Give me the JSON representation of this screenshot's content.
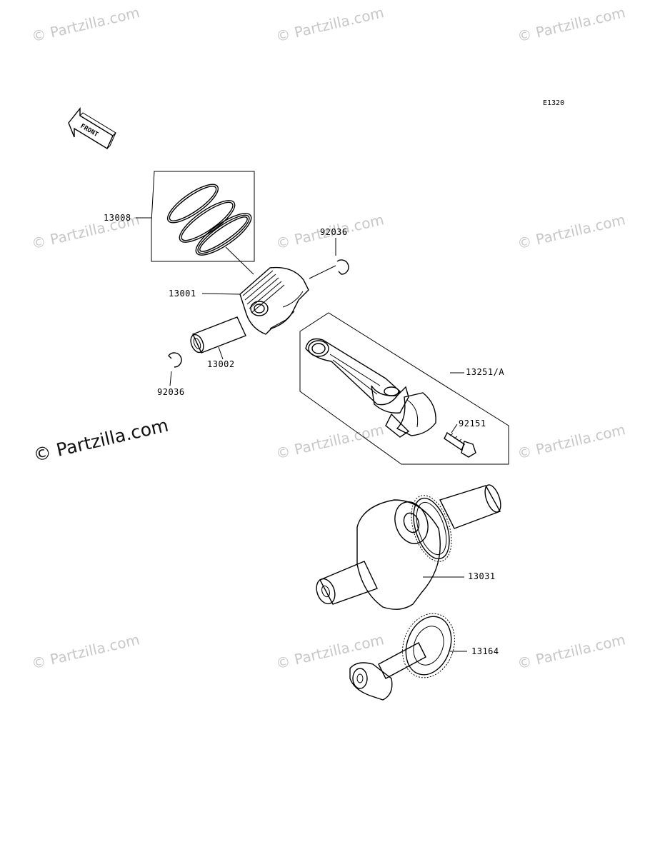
{
  "diagram_ref": "E1320",
  "front_label": "FRONT",
  "watermark": "© Partzilla.com",
  "parts": {
    "piston_ring_set": "13008",
    "circlip_top": "92036",
    "piston": "13001",
    "piston_pin": "13002",
    "circlip_bottom": "92036",
    "connecting_rod": "13251/A",
    "rod_bolt": "92151",
    "crankshaft": "13031",
    "balancer": "13164"
  }
}
